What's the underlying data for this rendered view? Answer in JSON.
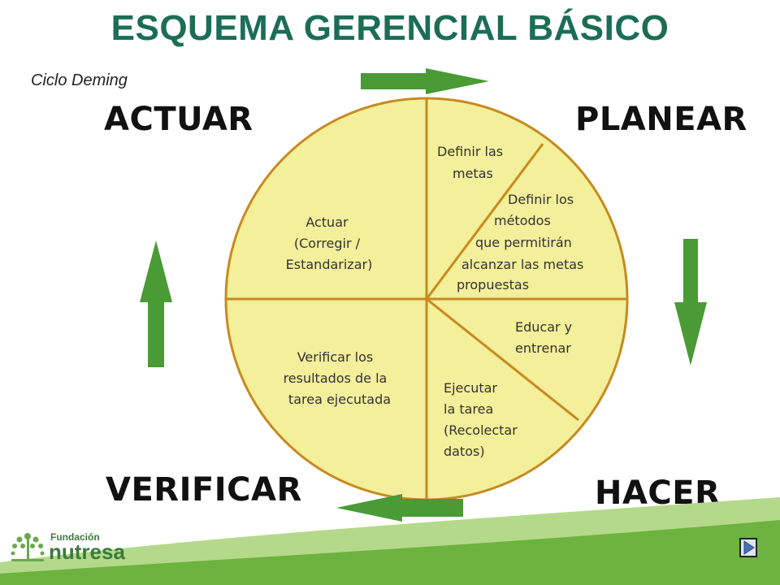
{
  "header": {
    "title": "ESQUEMA GERENCIAL BÁSICO",
    "subtitle": "Ciclo Deming"
  },
  "phases": {
    "actuar": "ACTUAR",
    "planear": "PLANEAR",
    "verificar": "VERIFICAR",
    "hacer": "HACER"
  },
  "wheel": {
    "actuar": [
      "Actuar",
      "(Corregir /",
      "Estandarizar)"
    ],
    "definir_metas": [
      "Definir las",
      "metas"
    ],
    "definir_metodos": [
      "Definir los",
      "métodos",
      "que permitirán",
      "alcanzar las metas",
      "propuestas"
    ],
    "educar": [
      "Educar y",
      "entrenar"
    ],
    "ejecutar": [
      "Ejecutar",
      "la tarea",
      "(Recolectar",
      "datos)"
    ],
    "verificar": [
      "Verificar los",
      "resultados de la",
      "tarea ejecutada"
    ]
  },
  "footer": {
    "logo_small": "Fundación",
    "logo_big": "nutresa"
  },
  "colors": {
    "title": "#1b6e54",
    "wheel_fill": "#f3ef9b",
    "wheel_stroke": "#c88a1e",
    "arrow": "#4a9a35",
    "footer_green": "#6db33f"
  },
  "icons": {
    "arrows": "green-arrow-icon",
    "logo": "tree-logo-icon",
    "nav": "play-icon"
  }
}
